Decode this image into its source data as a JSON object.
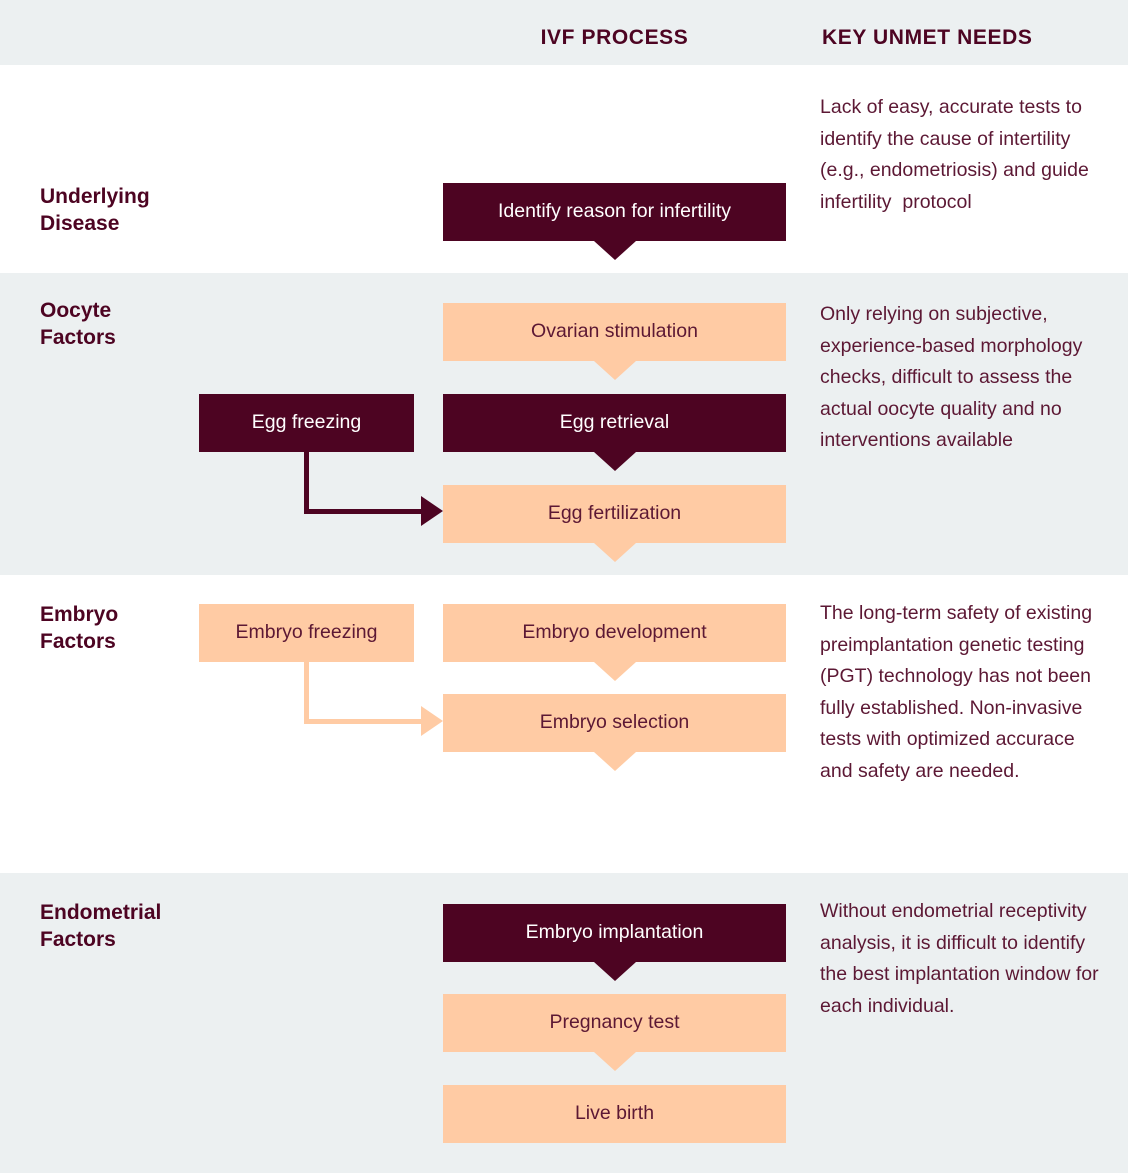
{
  "header": {
    "ivf_process": "IVF PROCESS",
    "key_unmet_needs": "KEY UNMET NEEDS"
  },
  "colors": {
    "dark": "#4d0422",
    "peach": "#ffcba4",
    "band_gray": "#ecf0f1",
    "band_white": "#ffffff",
    "body_text": "#5c1834"
  },
  "rows": [
    {
      "category": "Underlying\nDisease",
      "needs": "Lack of easy, accurate tests to identify the cause of intertility (e.g., endometriosis) and guide infertility  protocol",
      "boxes": [
        {
          "label": "Identify reason for infertility",
          "style": "dark"
        }
      ],
      "side_box": null
    },
    {
      "category": "Oocyte\nFactors",
      "needs": "Only relying on subjective, experience-based morphology checks, difficult to assess the actual oocyte quality and no interventions available",
      "boxes": [
        {
          "label": "Ovarian stimulation",
          "style": "peach"
        },
        {
          "label": "Egg retrieval",
          "style": "dark"
        },
        {
          "label": "Egg fertilization",
          "style": "peach"
        }
      ],
      "side_box": {
        "label": "Egg freezing",
        "style": "dark"
      }
    },
    {
      "category": "Embryo\nFactors",
      "needs": "The long-term safety of existing preimplantation genetic testing (PGT) technology has not been fully established. Non-invasive tests with optimized accurace and safety are needed.",
      "boxes": [
        {
          "label": "Embryo development",
          "style": "peach"
        },
        {
          "label": "Embryo selection",
          "style": "peach"
        }
      ],
      "side_box": {
        "label": "Embryo freezing",
        "style": "peach"
      }
    },
    {
      "category": "Endometrial\nFactors",
      "needs": "Without endometrial receptivity analysis, it is difficult to identify the best implantation window for each individual.",
      "boxes": [
        {
          "label": "Embryo implantation",
          "style": "dark"
        },
        {
          "label": "Pregnancy test",
          "style": "peach"
        },
        {
          "label": "Live birth",
          "style": "peach"
        }
      ],
      "side_box": null
    }
  ]
}
